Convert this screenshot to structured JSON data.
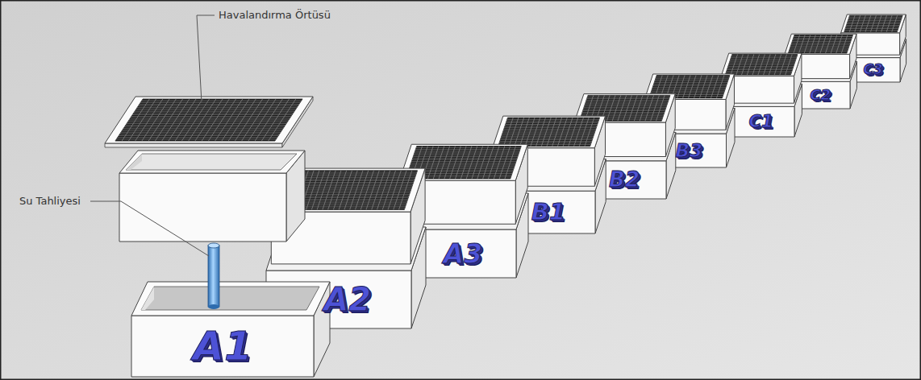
{
  "diagram": {
    "nodes": [
      {
        "text": [
          "A1"
        ]
      },
      {
        "text": [
          "A2"
        ]
      },
      {
        "text": [
          "A3"
        ]
      },
      {
        "text": [
          "B1"
        ]
      },
      {
        "text": [
          "B2"
        ]
      },
      {
        "text": [
          "B3"
        ]
      },
      {
        "text": [
          "C1"
        ]
      },
      {
        "text": [
          "C2"
        ]
      },
      {
        "text": [
          "C3"
        ]
      }
    ],
    "labels": [
      "Havalandırma Örtüsü",
      "Su Tahliyesi"
    ]
  }
}
